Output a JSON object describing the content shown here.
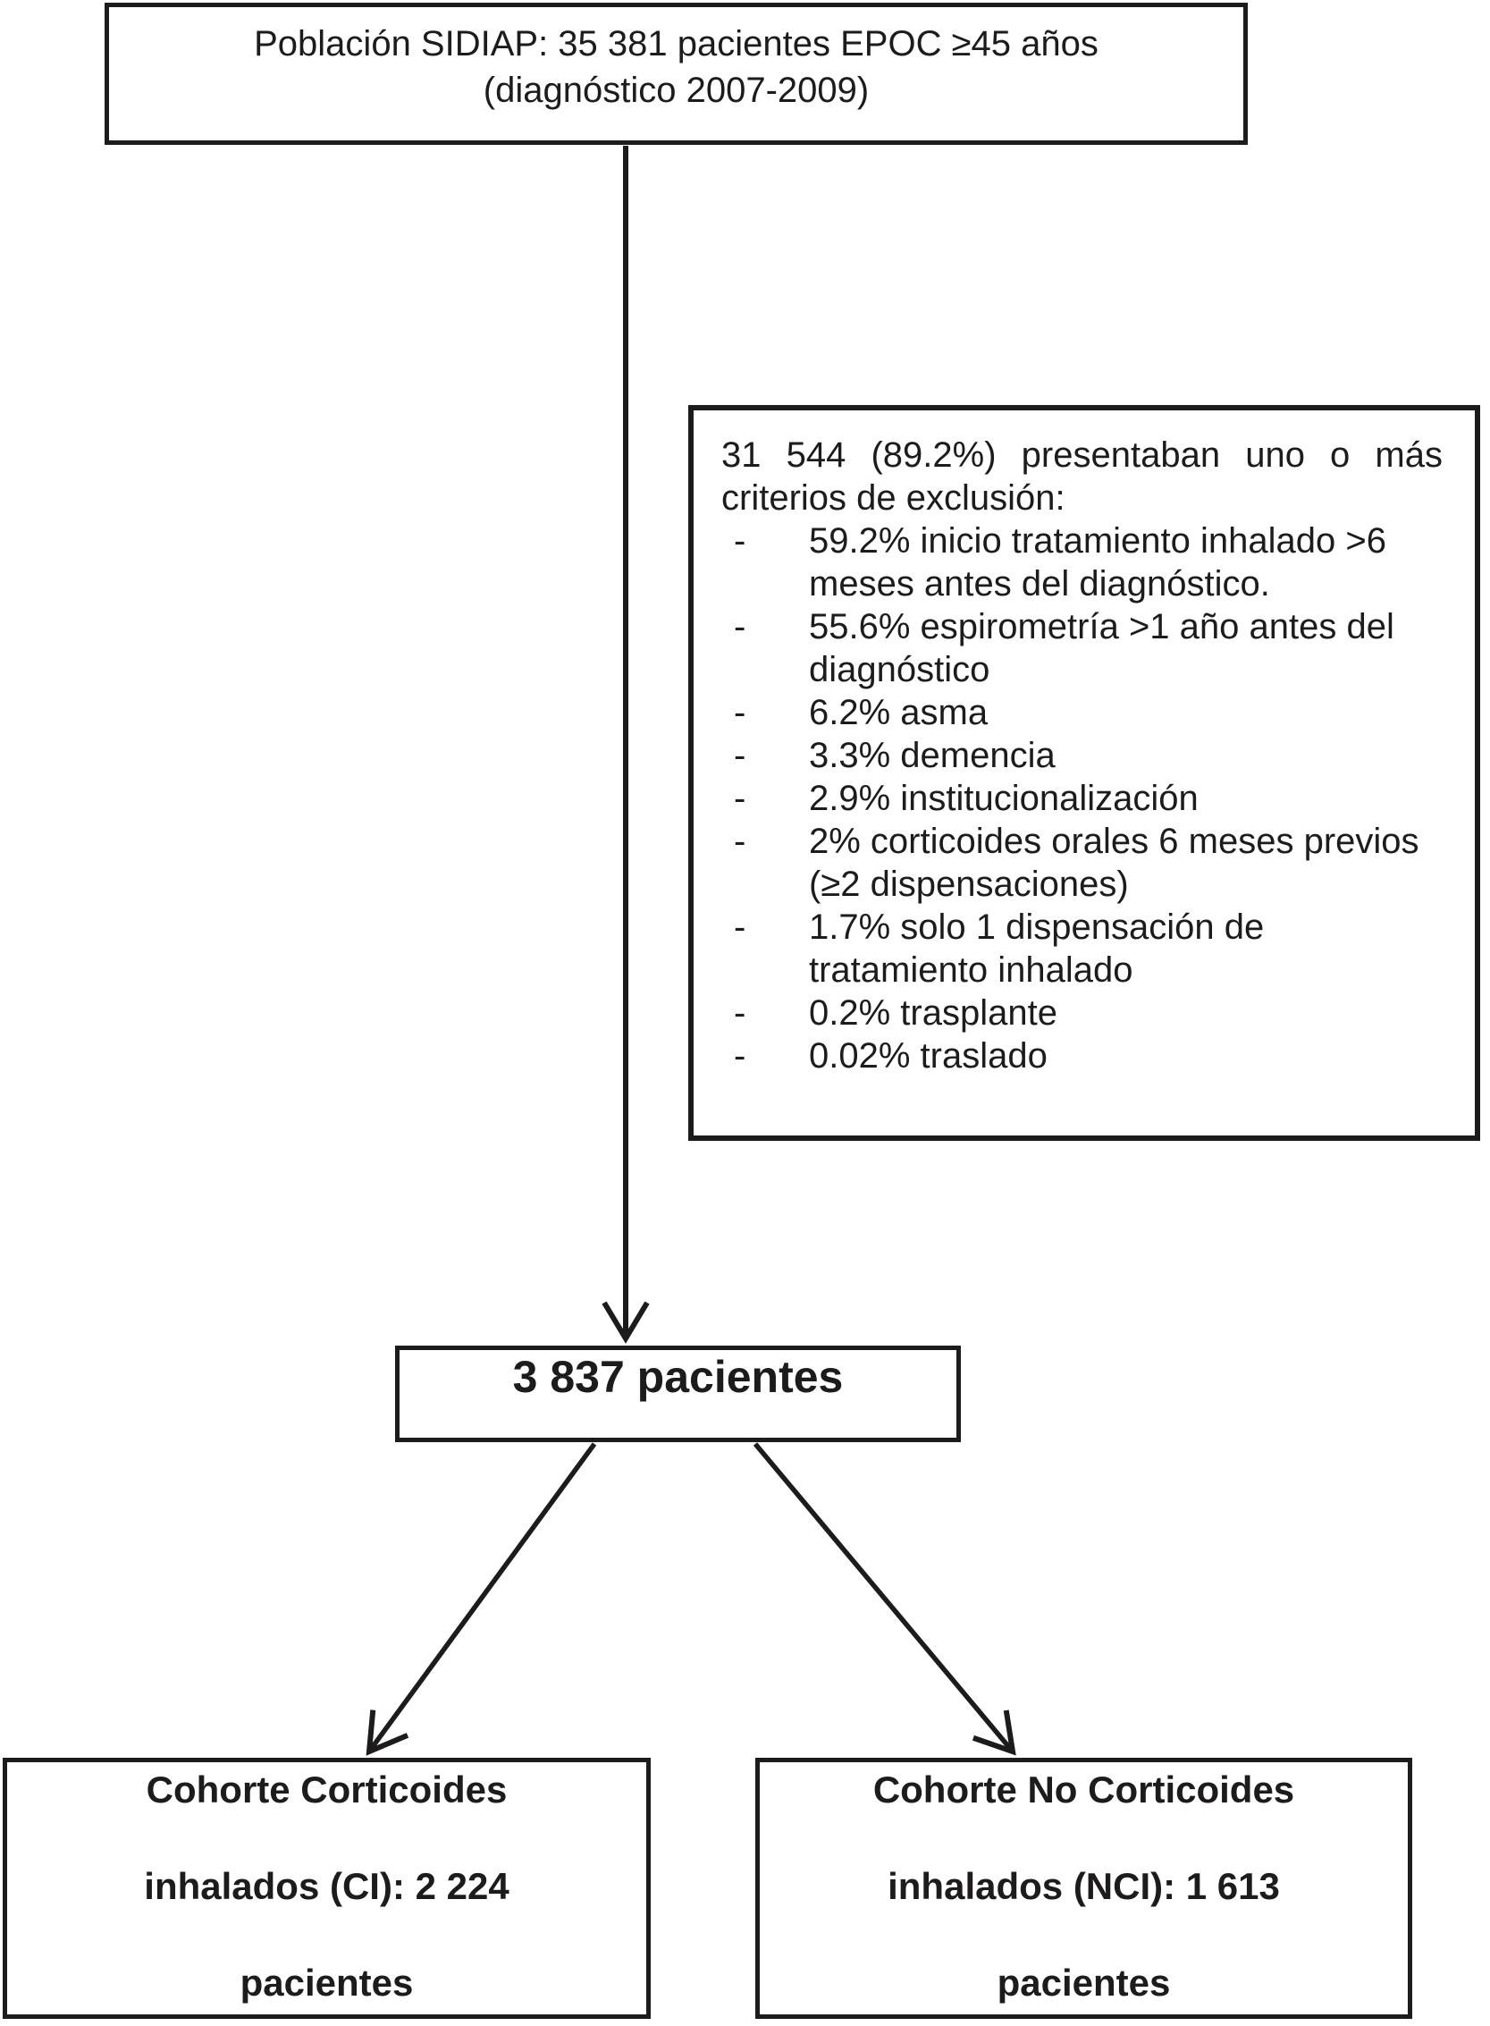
{
  "figure": {
    "background": "#ffffff",
    "ink_color": "#1e1b1c"
  },
  "top_box": {
    "line1": "Población SIDIAP: 35 381 pacientes EPOC ≥45 años",
    "line2": "(diagnóstico 2007-2009)"
  },
  "exclusion_box": {
    "intro": "31 544 (89.2%) presentaban uno o más criterios de exclusión:",
    "bullet": "-",
    "items": [
      "59.2% inicio tratamiento inhalado >6 meses antes del diagnóstico.",
      "55.6% espirometría >1 año antes del diagnóstico",
      "6.2% asma",
      "3.3% demencia",
      "2.9% institucionalización",
      "2% corticoides orales 6 meses previos (≥2 dispensaciones)",
      "1.7% solo 1 dispensación de tratamiento inhalado",
      "0.2% trasplante",
      "0.02% traslado"
    ]
  },
  "middle_box": {
    "label": "3 837 pacientes"
  },
  "left_cohort_box": {
    "line1": "Cohorte Corticoides",
    "line2": "inhalados (CI): 2 224",
    "line3": "pacientes"
  },
  "right_cohort_box": {
    "line1": "Cohorte No Corticoides",
    "line2": "inhalados (NCI): 1 613",
    "line3": "pacientes"
  }
}
